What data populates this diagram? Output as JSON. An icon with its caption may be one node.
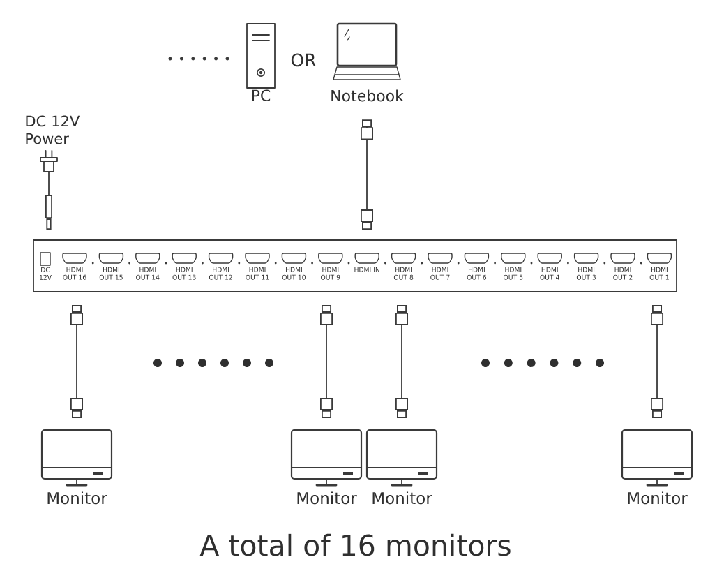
{
  "diagram": {
    "caption": "A total of 16 monitors",
    "nodes": [
      {
        "text": [
          "PC"
        ]
      },
      {
        "text": [
          "Notebook"
        ]
      },
      {
        "text": [
          "DC 12V Power"
        ]
      },
      {
        "text": [
          "DC 12V",
          "HDMI OUT 16",
          "HDMI OUT 15",
          "HDMI OUT 14",
          "HDMI OUT 13",
          "HDMI OUT 12",
          "HDMI OUT 11",
          "HDMI OUT 10",
          "HDMI OUT 9",
          "HDMI IN",
          "HDMI OUT 8",
          "HDMI OUT 7",
          "HDMI OUT 6",
          "HDMI OUT 5",
          "HDMI OUT 4",
          "HDMI OUT 3",
          "HDMI OUT 2",
          "HDMI OUT 1"
        ]
      },
      {
        "text": [
          "Monitor"
        ]
      },
      {
        "text": [
          "Monitor"
        ]
      },
      {
        "text": [
          "Monitor"
        ]
      },
      {
        "text": [
          "Monitor"
        ]
      }
    ],
    "edges": [
      {
        "from": 1,
        "to": 3,
        "arrow": "other"
      },
      {
        "from": 2,
        "to": 3,
        "arrow": "other"
      },
      {
        "from": 3,
        "to": 4,
        "arrow": "other"
      },
      {
        "from": 3,
        "to": 5,
        "arrow": "other"
      },
      {
        "from": 3,
        "to": 6,
        "arrow": "other"
      },
      {
        "from": 3,
        "to": 7,
        "arrow": "other"
      }
    ],
    "labels": [
      "OR"
    ]
  }
}
